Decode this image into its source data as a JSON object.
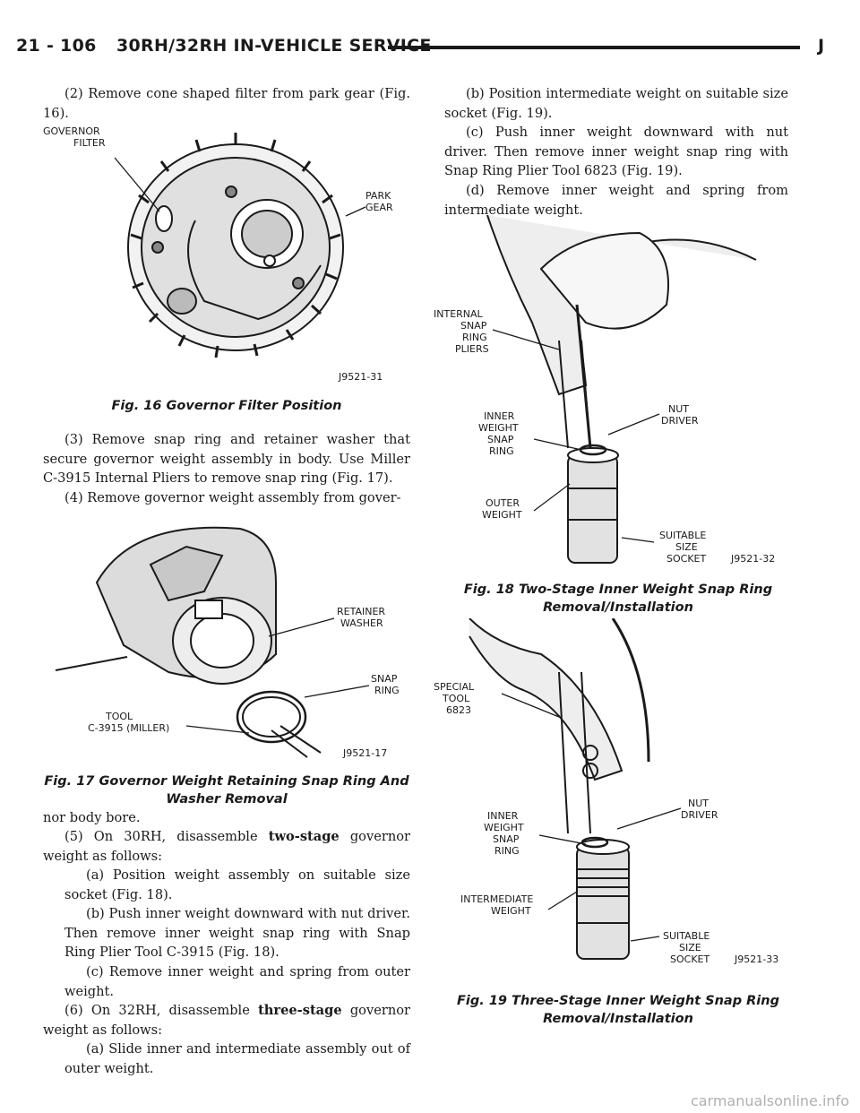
{
  "header": {
    "section": "21 - 106",
    "title": "30RH/32RH IN-VEHICLE SERVICE",
    "edition": "J"
  },
  "col1": {
    "p1": "(2) Remove cone shaped filter from park gear (Fig. 16).",
    "p2": "(3) Remove snap ring and retainer washer that secure governor weight assembly in body. Use Miller C-3915 Internal Pliers to remove snap ring (Fig. 17).",
    "p3": "(4) Remove governor weight assembly from gover-",
    "p4": "nor body bore.",
    "p5a": "(5) On 30RH, disassemble ",
    "p5b": "two-stage",
    "p5c": " governor weight as follows:",
    "p6": "(a) Position weight assembly on suitable size socket (Fig. 18).",
    "p7": "(b) Push inner weight downward with nut driver. Then remove inner weight snap ring with Snap Ring Plier Tool C-3915 (Fig. 18).",
    "p8": "(c) Remove inner weight and spring from outer weight.",
    "p9a": "(6) On 32RH, disassemble ",
    "p9b": "three-stage",
    "p9c": " governor weight as follows:",
    "p10": "(a) Slide inner and intermediate assembly out of outer weight."
  },
  "col2": {
    "p1": "(b) Position intermediate weight on suitable size socket (Fig. 19).",
    "p2": "(c) Push inner weight downward with nut driver. Then remove inner weight snap ring with Snap Ring Plier Tool 6823 (Fig. 19).",
    "p3": "(d) Remove inner weight and spring from intermediate weight."
  },
  "fig16": {
    "caption": "Fig. 16 Governor Filter Position",
    "code": "J9521-31",
    "labels": [
      "GOVERNOR",
      "FILTER",
      "PARK",
      "GEAR"
    ]
  },
  "fig17": {
    "caption": "Fig. 17 Governor Weight Retaining Snap Ring And Washer Removal",
    "code": "J9521-17",
    "labels": [
      "RETAINER",
      "WASHER",
      "SNAP",
      "RING",
      "TOOL",
      "C-3915 (MILLER)"
    ]
  },
  "fig18": {
    "caption": "Fig. 18 Two-Stage Inner Weight Snap Ring Removal/Installation",
    "code": "J9521-32",
    "labels": [
      "INTERNAL",
      "SNAP",
      "RING",
      "PLIERS",
      "INNER",
      "WEIGHT",
      "SNAP",
      "RING",
      "NUT",
      "DRIVER",
      "OUTER",
      "WEIGHT",
      "SUITABLE",
      "SIZE",
      "SOCKET"
    ]
  },
  "fig19": {
    "caption": "Fig. 19 Three-Stage Inner Weight Snap Ring Removal/Installation",
    "code": "J9521-33",
    "labels": [
      "SPECIAL",
      "TOOL",
      "6823",
      "INNER",
      "WEIGHT",
      "SNAP",
      "RING",
      "NUT",
      "DRIVER",
      "INTERMEDIATE",
      "WEIGHT",
      "SUITABLE",
      "SIZE",
      "SOCKET"
    ]
  },
  "watermark": "carmanualsonline.info"
}
